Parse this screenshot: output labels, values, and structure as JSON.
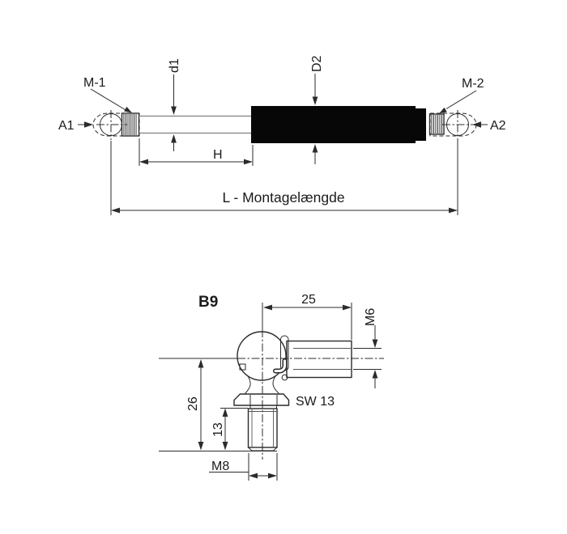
{
  "diagram_type": "gas-spring-technical-drawing",
  "gas_spring": {
    "labels": {
      "thread_left": "M-1",
      "thread_right": "M-2",
      "eyelet_left": "A1",
      "eyelet_right": "A2",
      "rod_diameter": "d1",
      "tube_diameter": "D2",
      "free_rod_length": "H",
      "mounting_length": "L - Montagelængde"
    },
    "colors": {
      "tube": "#070707",
      "outline": "#2b2b2b",
      "rod_line": "#8f8f8f"
    }
  },
  "ball_joint": {
    "title": "B9",
    "dimensions": {
      "length_to_center": "25",
      "socket_thread": "M6",
      "height_to_center": "26",
      "thread_length": "13",
      "wrench_size": "SW 13",
      "stud_thread": "M8"
    }
  }
}
